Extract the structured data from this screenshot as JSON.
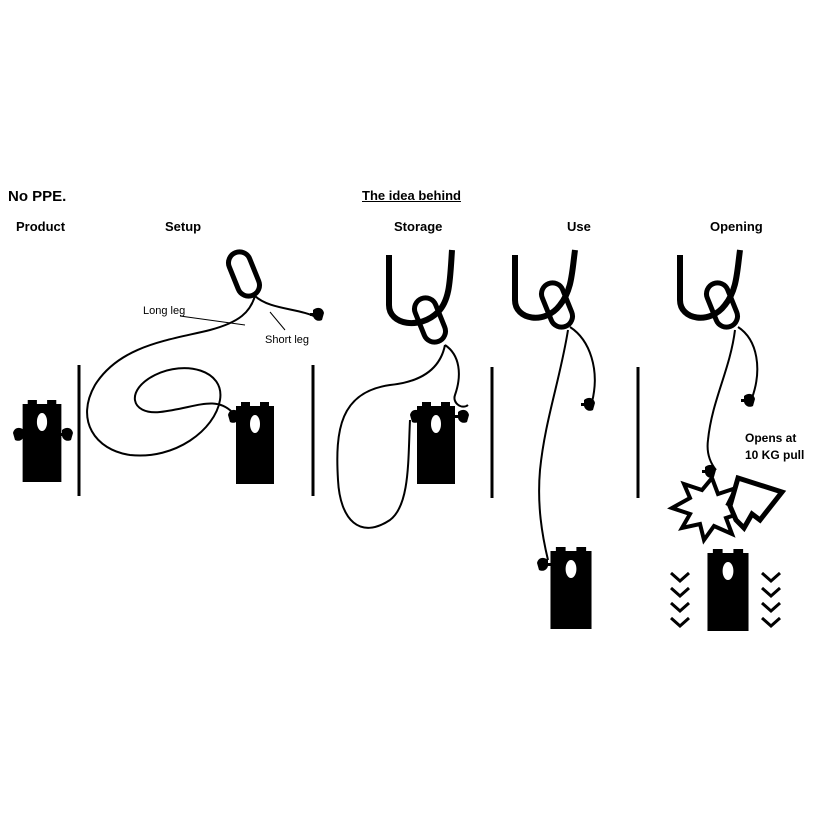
{
  "header": {
    "title": "No PPE.",
    "subtitle": "The idea behind"
  },
  "panels": [
    {
      "id": "product",
      "label": "Product"
    },
    {
      "id": "setup",
      "label": "Setup"
    },
    {
      "id": "storage",
      "label": "Storage"
    },
    {
      "id": "use",
      "label": "Use"
    },
    {
      "id": "opening",
      "label": "Opening"
    }
  ],
  "annotations": {
    "long_leg": "Long leg",
    "short_leg": "Short leg",
    "opens_line1": "Opens at",
    "opens_line2": "10 KG pull"
  },
  "colors": {
    "ink": "#000000",
    "background": "#ffffff"
  }
}
